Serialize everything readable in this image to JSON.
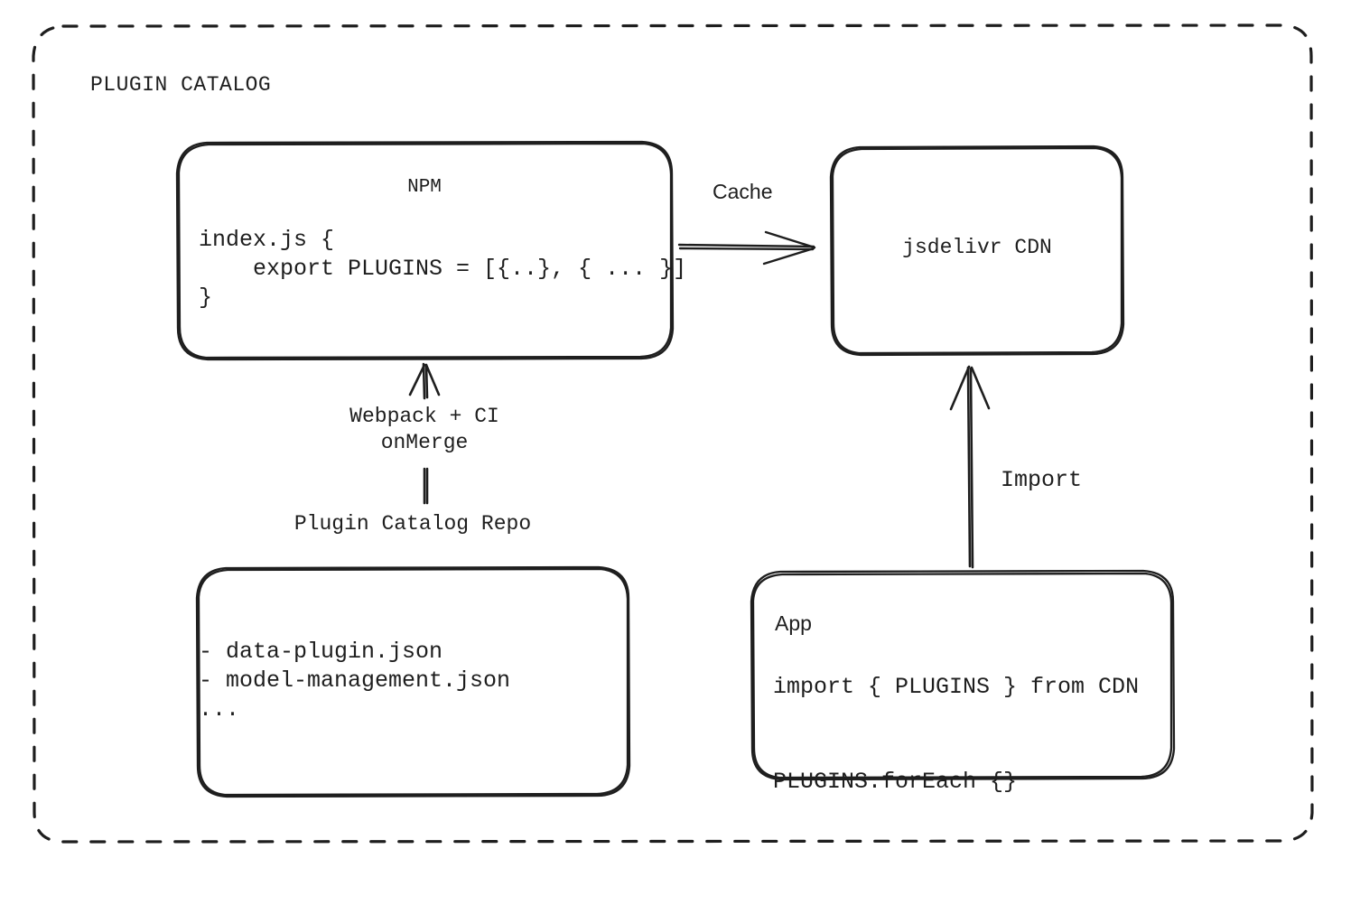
{
  "frame": {
    "title": "PLUGIN CATALOG",
    "border_style": "dashed",
    "stroke_color": "#1e1e1e"
  },
  "colors": {
    "stroke": "#1e1e1e",
    "background": "#ffffff",
    "text": "#1e1e1e"
  },
  "nodes": {
    "npm": {
      "title": "NPM",
      "code": "index.js {\n    export PLUGINS = [{..}, { ... }]\n}"
    },
    "cdn": {
      "title": "jsdelivr CDN"
    },
    "repo": {
      "caption": "Plugin Catalog Repo",
      "files": "- data-plugin.json\n- model-management.json\n..."
    },
    "app": {
      "title": "App",
      "code": "import { PLUGINS } from CDN\n\nPLUGINS.forEach {}"
    }
  },
  "edges": {
    "cache": {
      "label": "Cache",
      "from": "npm",
      "to": "cdn",
      "direction": "right"
    },
    "build": {
      "label": "Webpack + CI\nonMerge",
      "from": "repo",
      "to": "npm",
      "direction": "up"
    },
    "import": {
      "label": "Import",
      "from": "app",
      "to": "cdn",
      "direction": "up"
    }
  }
}
